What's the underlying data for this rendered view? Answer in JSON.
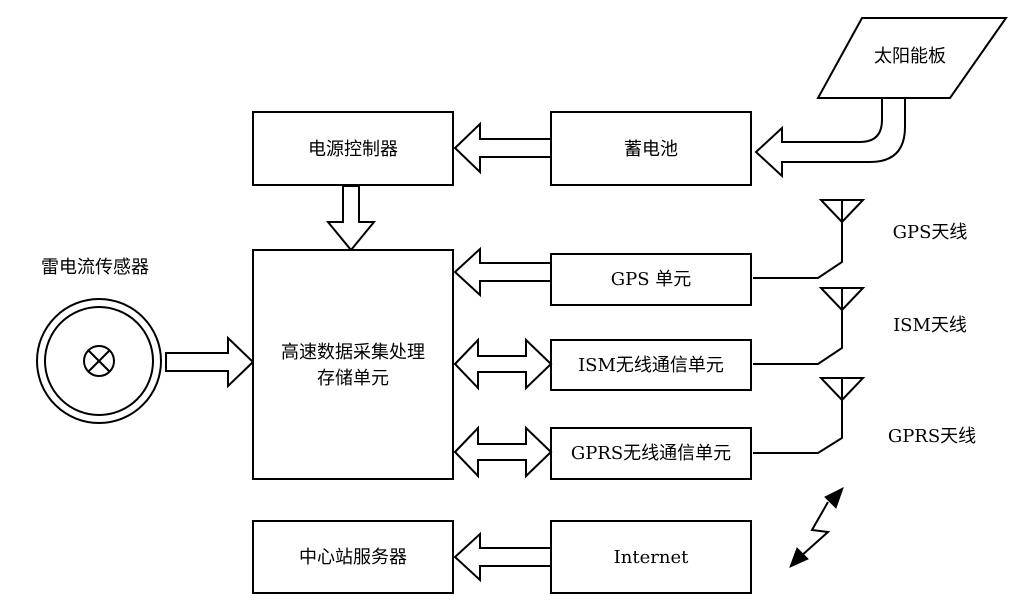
{
  "blocks": {
    "solar_panel": "太阳能板",
    "battery": "蓄电池",
    "power_controller": "电源控制器",
    "acquisition_line1": "高速数据采集处理",
    "acquisition_line2": "存储单元",
    "gps_unit": "GPS 单元",
    "ism_unit": "ISM无线通信单元",
    "gprs_unit": "GPRS无线通信单元",
    "server": "中心站服务器",
    "internet": "Internet"
  },
  "labels": {
    "sensor": "雷电流传感器",
    "gps_antenna": "GPS天线",
    "ism_antenna": "ISM天线",
    "gprs_antenna": "GPRS天线"
  }
}
